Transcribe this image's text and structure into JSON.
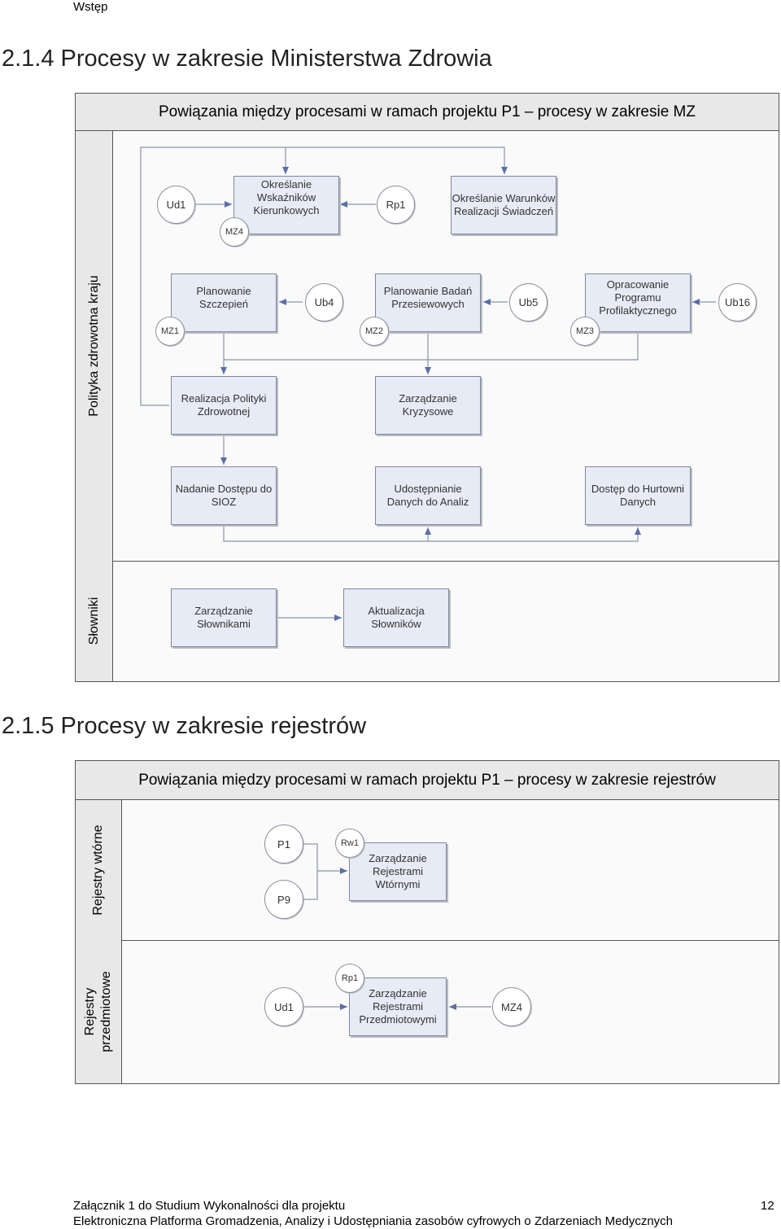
{
  "header": {
    "chapter": "Wstęp"
  },
  "section1": {
    "title": "2.1.4   Procesy w zakresie Ministerstwa Zdrowia",
    "pool_title": "Powiązania między procesami w ramach projektu P1 – procesy w zakresie MZ",
    "lanes": [
      "Polityka zdrowotna kraju",
      "Słowniki"
    ],
    "processes": {
      "okreslanie_wskaznikow": "Określanie Wskaźników Kierunkowych",
      "okreslanie_warunkow": "Określanie Warunków Realizacji Świadczeń",
      "planowanie_szczepien": "Planowanie Szczepień",
      "planowanie_badan": "Planowanie Badań Przesiewowych",
      "opracowanie_programu": "Opracowanie Programu Profilaktycznego",
      "realizacja_polityki": "Realizacja Polityki Zdrowotnej",
      "zarzadzanie_kryzysowe": "Zarządzanie Kryzysowe",
      "nadanie_dostepu": "Nadanie Dostępu do SIOZ",
      "udostepnianie_danych": "Udostępnianie Danych do Analiz",
      "dostep_hurtowni": "Dostęp do Hurtowni Danych",
      "zarzadzanie_slownikami": "Zarządzanie Słownikami",
      "aktualizacja_slownikow": "Aktualizacja Słowników"
    },
    "refs": {
      "ud1": "Ud1",
      "mz4": "MZ4",
      "rp1": "Rp1",
      "mz1": "MZ1",
      "ub4": "Ub4",
      "mz2": "MZ2",
      "ub5": "Ub5",
      "mz3": "MZ3",
      "ub16": "Ub16"
    }
  },
  "section2": {
    "title": "2.1.5   Procesy w zakresie rejestrów",
    "pool_title": "Powiązania między procesami w ramach projektu P1 – procesy w zakresie rejestrów",
    "lanes": {
      "wtorne": "Rejestry wtórne",
      "przedmiotowe_1": "Rejestry",
      "przedmiotowe_2": "przedmiotowe"
    },
    "processes": {
      "rejestry_wtorne": "Zarządzanie Rejestrami Wtórnymi",
      "rejestry_przedmiotowe": "Zarządzanie Rejestrami Przedmiotowymi"
    },
    "refs": {
      "p1": "P1",
      "p9": "P9",
      "rw1": "Rw1",
      "ud1": "Ud1",
      "rp1": "Rp1",
      "mz4": "MZ4"
    }
  },
  "footer": {
    "line1": "Załącznik 1 do Studium Wykonalności dla projektu",
    "line2": "Elektroniczna Platforma Gromadzenia, Analizy i Udostępniania zasobów cyfrowych o Zdarzeniach Medycznych",
    "page_number": "12"
  }
}
